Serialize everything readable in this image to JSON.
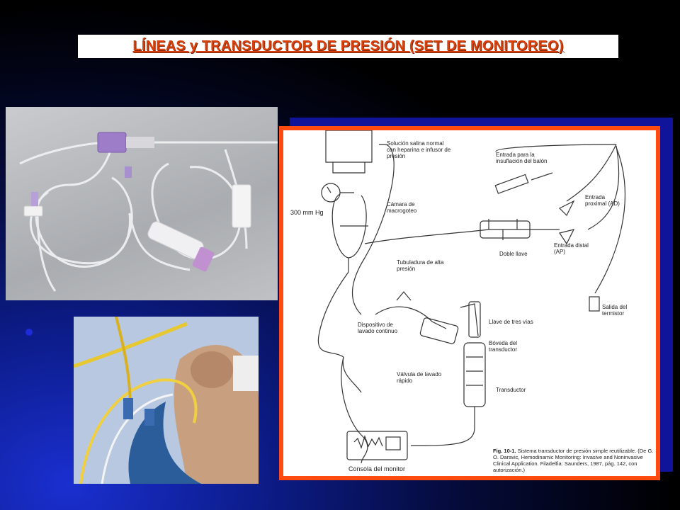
{
  "slide": {
    "title": "LÍNEAS y TRANSDUCTOR DE PRESIÓN (SET DE MONITOREO)"
  },
  "diagram": {
    "labels": {
      "solucion": "Solución salina normal con heparina e infusor de presión",
      "mmhg": "300 mm Hg",
      "camara": "Cámara de macrogoteo",
      "tubuladura": "Tubuladura de alta presión",
      "entrada_balon": "Entrada para la insuflación del balón",
      "entrada_proximal": "Entrada proximal (AD)",
      "entrada_distal": "Entrada distal (AP)",
      "doble_llave": "Doble llave",
      "salida_termistor": "Salida del termistor",
      "llave_tres_vias": "Llave de tres vías",
      "dispositivo": "Dispositivo de lavado continuo",
      "boveda": "Bóveda del transductor",
      "valvula": "Válvula de lavado rápido",
      "transductor": "Transductor",
      "consola": "Consola del monitor"
    },
    "caption": {
      "fig": "Fig. 10-1.",
      "text": "Sistema transductor de presión simple reutilizable. (De G. O. Daravic, Hemodinamic Monitoring: Invasive and Noninvasive Clinical Application. Filadelfia: Saunders, 1987, pág. 142, con autorización.)"
    }
  },
  "colors": {
    "title": "#d8400c",
    "frame": "#ff4a10",
    "shadow": "#10149a"
  }
}
